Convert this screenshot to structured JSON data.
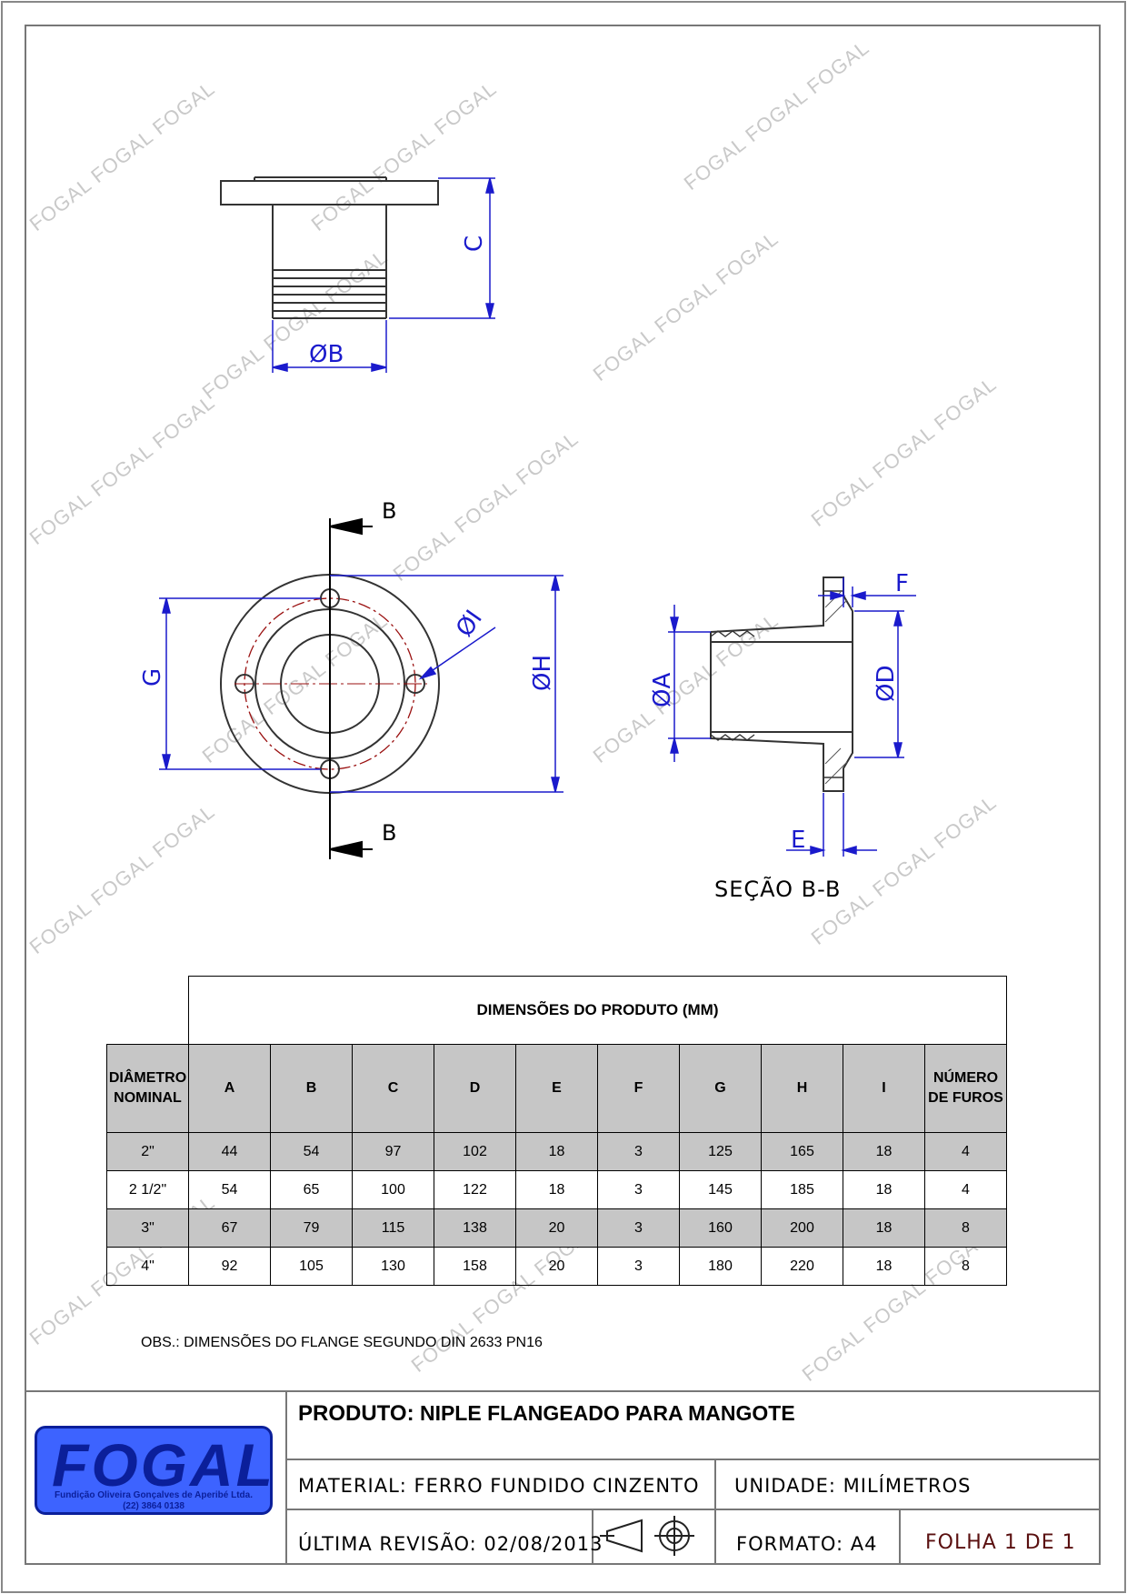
{
  "watermark": "FOGAL FOGAL FOGAL",
  "drawing": {
    "labels": {
      "c": "C",
      "b_dia": "ØB",
      "section_arrow_top": "B",
      "section_arrow_bottom": "B",
      "g": "G",
      "h_dia": "ØH",
      "i_dia": "ØI",
      "a_dia": "ØA",
      "d_dia": "ØD",
      "e": "E",
      "f": "F"
    },
    "section_title": "SEÇÃO B-B"
  },
  "table": {
    "title": "DIMENSÕES DO PRODUTO (MM)",
    "headers": [
      "DIÂMETRO NOMINAL",
      "A",
      "B",
      "C",
      "D",
      "E",
      "F",
      "G",
      "H",
      "I",
      "NÚMERO DE FUROS"
    ],
    "rows": [
      [
        "2\"",
        "44",
        "54",
        "97",
        "102",
        "18",
        "3",
        "125",
        "165",
        "18",
        "4"
      ],
      [
        "2 1/2\"",
        "54",
        "65",
        "100",
        "122",
        "18",
        "3",
        "145",
        "185",
        "18",
        "4"
      ],
      [
        "3\"",
        "67",
        "79",
        "115",
        "138",
        "20",
        "3",
        "160",
        "200",
        "18",
        "8"
      ],
      [
        "4\"",
        "92",
        "105",
        "130",
        "158",
        "20",
        "3",
        "180",
        "220",
        "18",
        "8"
      ]
    ]
  },
  "obs": "OBS.: DIMENSÕES DO FLANGE SEGUNDO DIN 2633 PN16",
  "title_block": {
    "logo_word": "FOGAL",
    "logo_sub_line1": "Fundição Oliveira Gonçalves de Aperibé Ltda.",
    "logo_sub_line2": "(22) 3864 0138",
    "product_label": "PRODUTO:",
    "product_value": "NIPLE FLANGEADO PARA MANGOTE",
    "material": "MATERIAL: FERRO FUNDIDO CINZENTO",
    "unit": "UNIDADE: MILÍMETROS",
    "revision": "ÚLTIMA REVISÃO: 02/08/2013",
    "format": "FORMATO: A4",
    "sheet": "FOLHA 1 DE 1"
  }
}
